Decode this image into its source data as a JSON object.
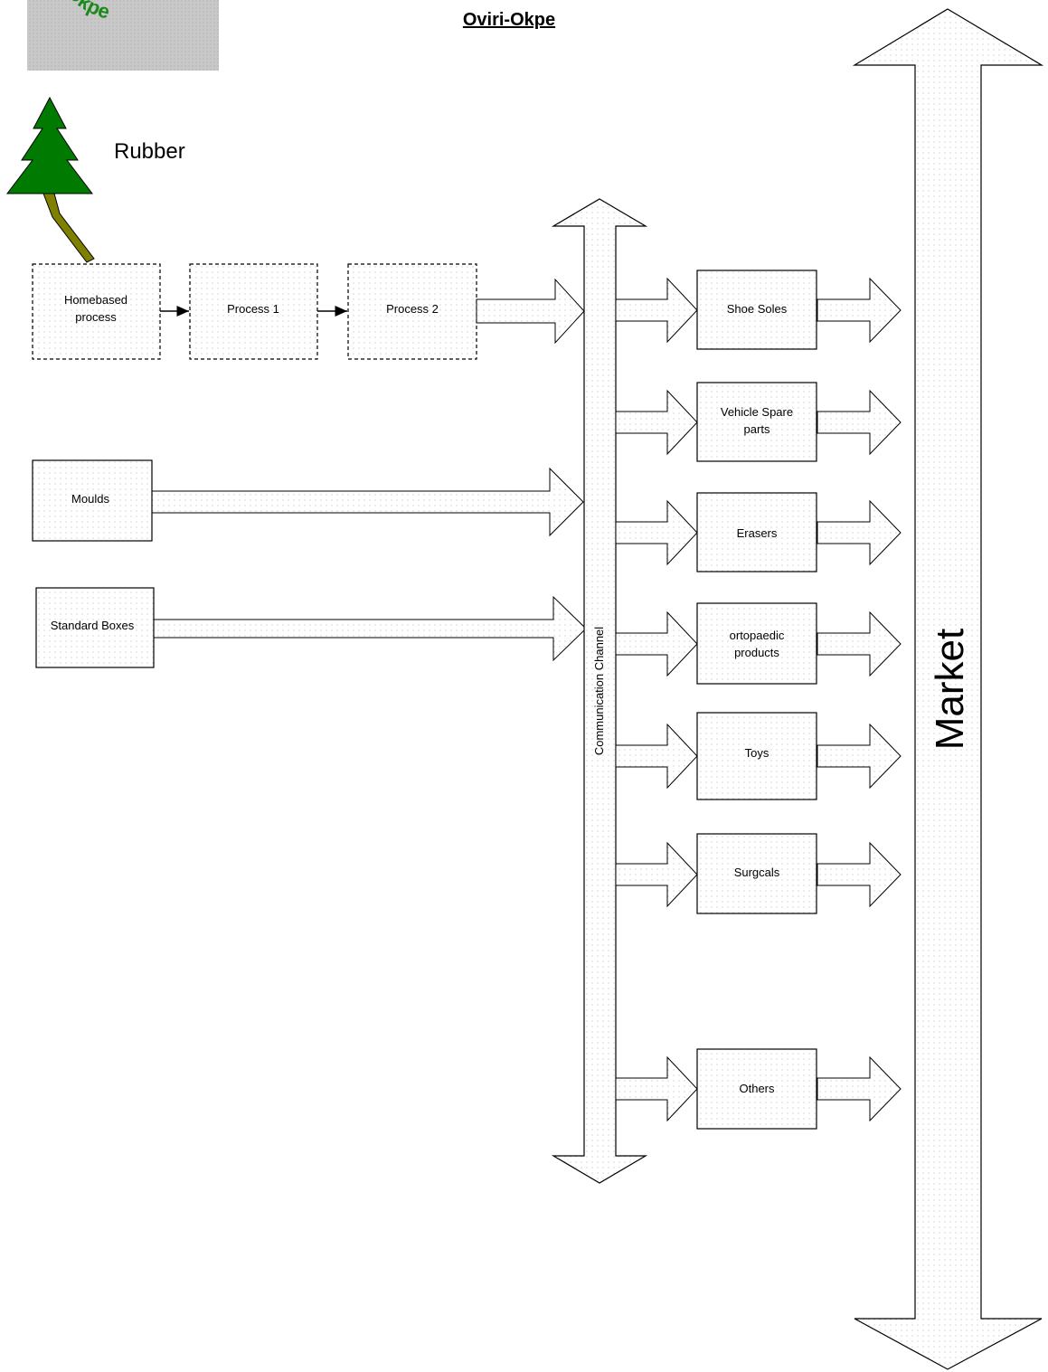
{
  "title": "Oviri-Okpe",
  "logo": {
    "text": "Oviri Okpe"
  },
  "raw_material": {
    "label": "Rubber"
  },
  "process_chain": {
    "homebased_line1": "Homebased",
    "homebased_line2": "process",
    "process1": "Process 1",
    "process2": "Process 2"
  },
  "inputs": {
    "moulds": "Moulds",
    "standard_boxes": "Standard Boxes"
  },
  "channel": {
    "label": "Communication Channel"
  },
  "products": {
    "shoe_soles": "Shoe Soles",
    "vehicle_line1": "Vehicle Spare",
    "vehicle_line2": "parts",
    "erasers": "Erasers",
    "ortho_line1": "ortopaedic",
    "ortho_line2": "products",
    "toys": "Toys",
    "surgicals": "Surgcals",
    "others": "Others"
  },
  "market": {
    "label": "Market"
  },
  "colors": {
    "tree": "#007a00",
    "trunk": "#808000",
    "logo_bg": "#c8c8c8",
    "logo_text": "#1a8a1a"
  }
}
